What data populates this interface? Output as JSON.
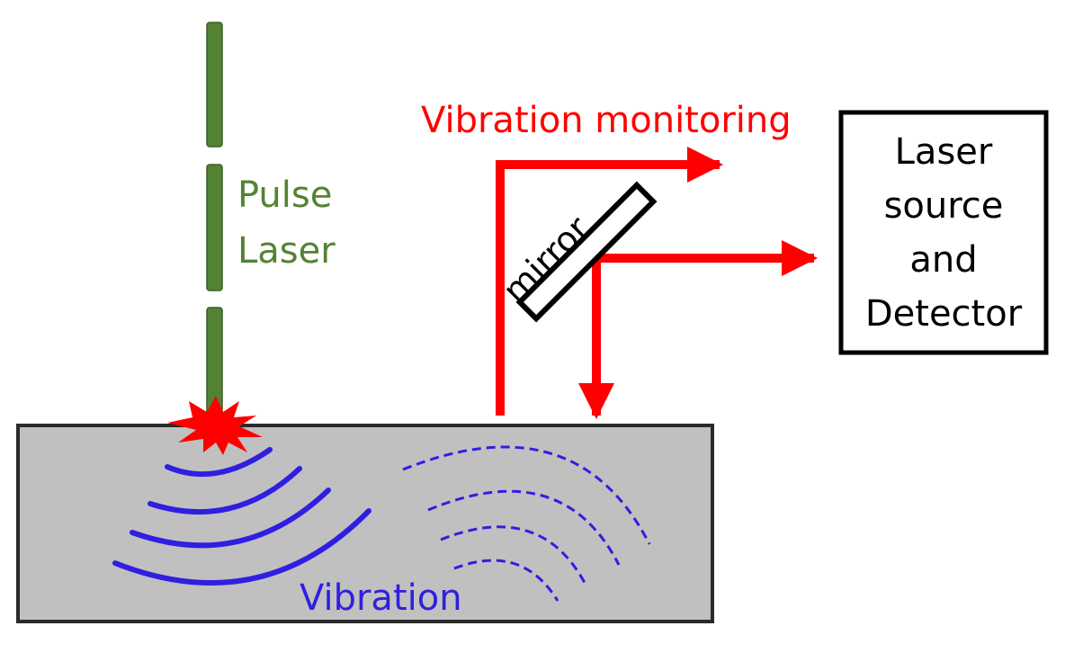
{
  "labels": {
    "pulse_line1": "Pulse",
    "pulse_line2": "Laser",
    "vibration_monitoring": "Vibration monitoring",
    "mirror": "mirror",
    "box_line1": "Laser",
    "box_line2": "source",
    "box_line3": "and",
    "box_line4": "Detector",
    "vibration": "Vibration"
  },
  "colors": {
    "pulse_laser": "#548235",
    "probe_laser": "#ff0000",
    "vibration_waves": "#2f1fe0",
    "sample": "#c0c0c0",
    "outline": "#000000"
  }
}
